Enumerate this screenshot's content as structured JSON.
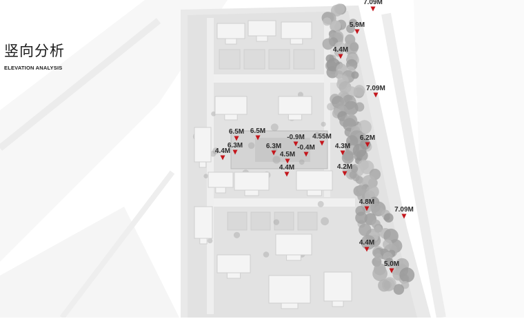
{
  "title": {
    "cn": "竖向分析",
    "en": "ELEVATION ANALYSIS"
  },
  "colors": {
    "marker": "#c4161c",
    "label": "#2b2b2b",
    "tree": "#a6a6a6",
    "building": "#f4f4f4"
  },
  "markers_icon": "inverted-triangle-marker",
  "elevation_markers": [
    {
      "label": "7.09M"
    },
    {
      "label": "5.9M"
    },
    {
      "label": "4.4M"
    },
    {
      "label": "7.09M"
    },
    {
      "label": "6.5M"
    },
    {
      "label": "6.5M"
    },
    {
      "label": "6.3M"
    },
    {
      "label": "4.4M"
    },
    {
      "label": "6.3M"
    },
    {
      "label": "-0.9M"
    },
    {
      "label": "-0.4M"
    },
    {
      "label": "4.55M"
    },
    {
      "label": "4.5M"
    },
    {
      "label": "4.3M"
    },
    {
      "label": "6.2M"
    },
    {
      "label": "4.4M"
    },
    {
      "label": "4.2M"
    },
    {
      "label": "4.8M"
    },
    {
      "label": "7.09M"
    },
    {
      "label": "4.4M"
    },
    {
      "label": "5.0M"
    }
  ]
}
